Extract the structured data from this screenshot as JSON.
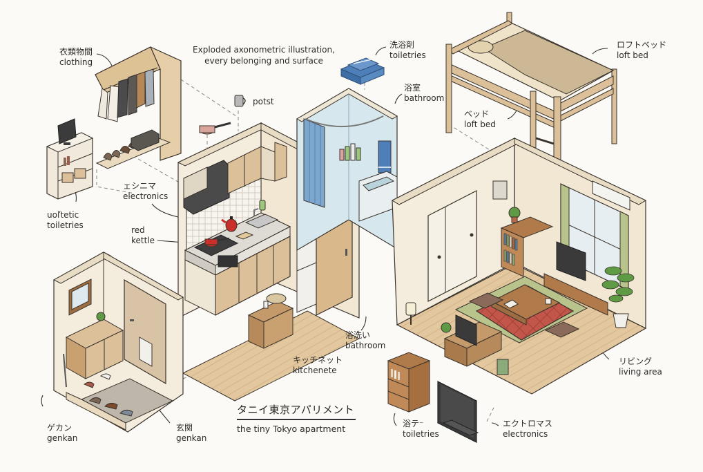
{
  "heading": {
    "line1": "Exploded axonometric illustration,",
    "line2": "every belonging and surface"
  },
  "title": {
    "jp": "タニイ東京アパリメント",
    "en": "the tiny Tokyo apartment"
  },
  "labels": [
    {
      "id": "clothing",
      "jp": "衣類物間",
      "en": "clothing"
    },
    {
      "id": "potst",
      "jp": "",
      "en": "potst"
    },
    {
      "id": "toiletries-top",
      "jp": "洗浴剤",
      "en": "toiletries"
    },
    {
      "id": "bathroom-top",
      "jp": "浴室",
      "en": "bathroom"
    },
    {
      "id": "loft-bed-right",
      "jp": "ロフトベッド",
      "en": "loft bed"
    },
    {
      "id": "loft-bed-left",
      "jp": "ベッド",
      "en": "loft bed"
    },
    {
      "id": "electronics-left",
      "jp": "ェシニマ",
      "en": "electronics"
    },
    {
      "id": "toiletries-left",
      "jp": "uoľtetic",
      "en": "toiletries"
    },
    {
      "id": "red-kettle",
      "jp": "red",
      "en": "kettle"
    },
    {
      "id": "bathroom-mid",
      "jp": "浴洗い",
      "en": "bathroom"
    },
    {
      "id": "kitchenette",
      "jp": "キッチネット",
      "en": "kitchenete"
    },
    {
      "id": "living-area",
      "jp": "リビング",
      "en": "living area"
    },
    {
      "id": "genkan-left",
      "jp": "ゲカン",
      "en": "genkan"
    },
    {
      "id": "genkan-right",
      "jp": "玄関",
      "en": "genkan"
    },
    {
      "id": "toiletries-bottom",
      "jp": "浴テ⁻",
      "en": "toiletries"
    },
    {
      "id": "electronics-bottom",
      "jp": "エクトロマス",
      "en": "electronics"
    }
  ],
  "colors": {
    "background": "#fbfaf6",
    "wall": "#f4ecdc",
    "wall_edge": "#e8dcc4",
    "wood_light": "#dcc09a",
    "wood_mid": "#c59a6a",
    "wood_dark": "#9c6d42",
    "floor": "#e3c79f",
    "tatami": "#b9c48d",
    "kotatsu": "#c2564a",
    "bath_glass": "#d7e7ee",
    "towel_blue": "#4f7fb8",
    "kettle_red": "#c9302c",
    "tv": "#3a3a3a",
    "plant": "#5f9a45",
    "line": "#3a332c"
  }
}
